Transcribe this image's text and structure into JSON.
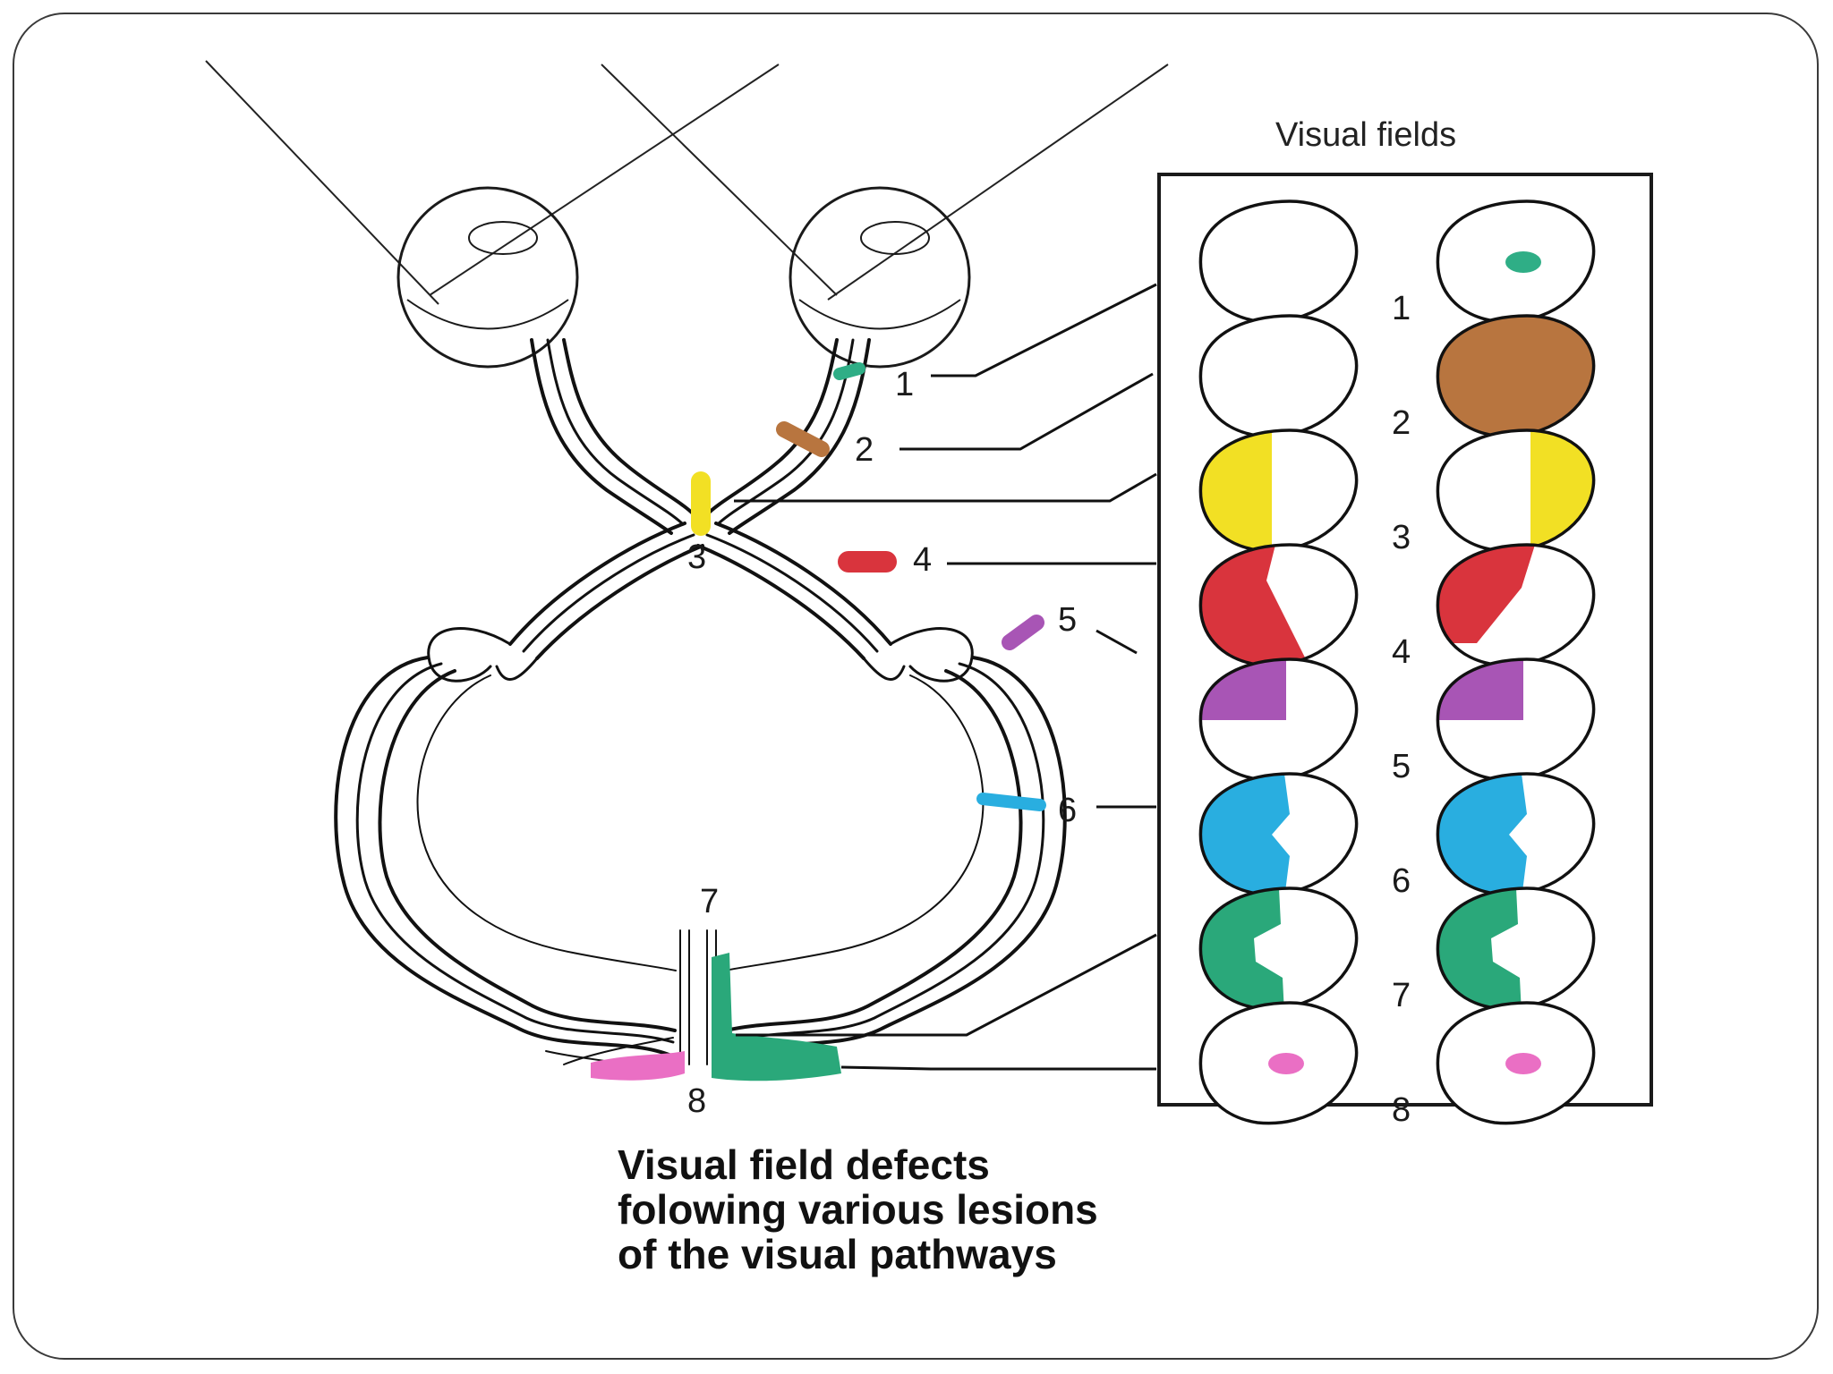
{
  "panel_title": "Visual fields",
  "caption": [
    "Visual field defects",
    "folowing various lesions",
    "of the visual pathways"
  ],
  "lesions": [
    {
      "number": "1",
      "color": "#2fae86"
    },
    {
      "number": "2",
      "color": "#b8753f"
    },
    {
      "number": "3",
      "color": "#f2e024"
    },
    {
      "number": "4",
      "color": "#d9343d"
    },
    {
      "number": "5",
      "color": "#a855b5"
    },
    {
      "number": "6",
      "color": "#29aee0"
    },
    {
      "number": "7",
      "color": "#2aa87a"
    },
    {
      "number": "8",
      "color": "#ea6fc4"
    }
  ],
  "field_rows": [
    {
      "label": "1",
      "left": "none",
      "right": "central-spot"
    },
    {
      "label": "2",
      "left": "none",
      "right": "full"
    },
    {
      "label": "3",
      "left": "temporal-half",
      "right": "temporal-half"
    },
    {
      "label": "4",
      "left": "upper-quadrant-wedge",
      "right": "upper-quadrant-wedge"
    },
    {
      "label": "5",
      "left": "upper-quadrant",
      "right": "upper-quadrant"
    },
    {
      "label": "6",
      "left": "hemianopia-macular-notch",
      "right": "hemianopia-macular-notch"
    },
    {
      "label": "7",
      "left": "hemianopia-macular-sparing",
      "right": "hemianopia-macular-sparing"
    },
    {
      "label": "8",
      "left": "central-spot",
      "right": "central-spot"
    }
  ]
}
